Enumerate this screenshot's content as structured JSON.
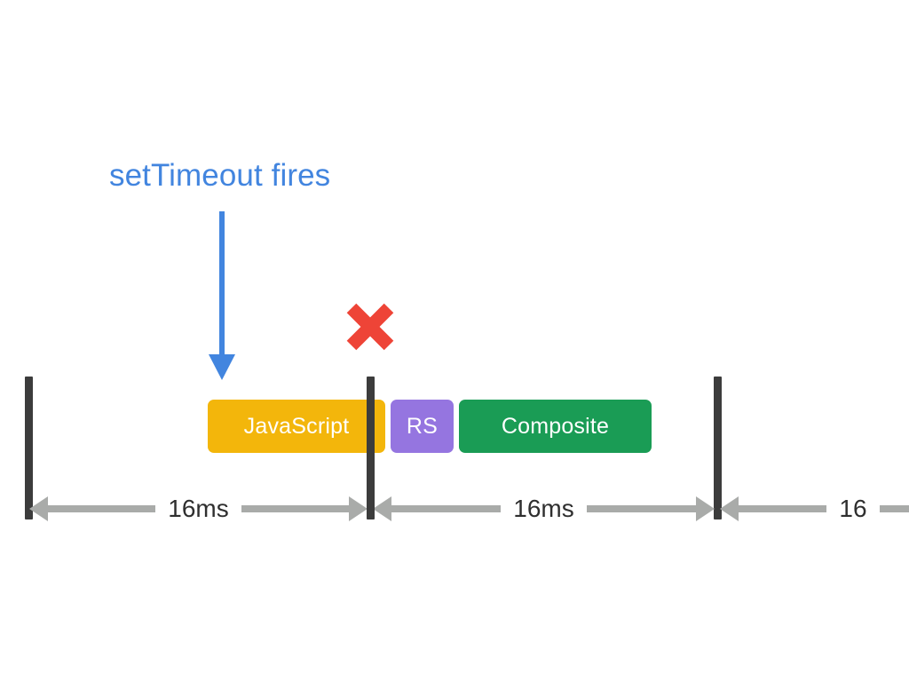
{
  "diagram": {
    "title_annotation": "setTimeout fires",
    "colors": {
      "annotation_text": "#4285DF",
      "annotation_arrow": "#4285DF",
      "error_mark": "#EE4437",
      "tick": "#3C3C3C",
      "measure": "#A9ABA9",
      "measure_text": "#2F2F2F",
      "javascript_block": "#F3B60B",
      "recalc_style_block": "#9575E0",
      "composite_block": "#1A9C55",
      "background": "#FFFFFF"
    },
    "error_mark": "x-mark",
    "blocks": [
      {
        "label": "JavaScript",
        "key": "javascript"
      },
      {
        "label": "RS",
        "key": "recalc-style"
      },
      {
        "label": "Composite",
        "key": "composite"
      }
    ],
    "frames": [
      {
        "label": "16ms"
      },
      {
        "label": "16ms"
      },
      {
        "label": "16"
      }
    ]
  }
}
